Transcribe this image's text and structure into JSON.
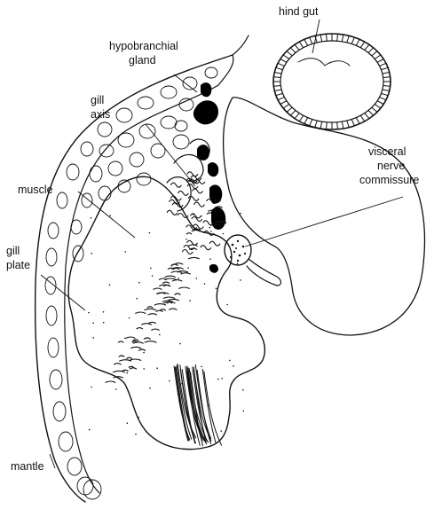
{
  "figure": {
    "labels": {
      "hind_gut": "hind gut",
      "hypobranchial_line1": "hypobranchial",
      "hypobranchial_line2": "gland",
      "gill_axis_line1": "gill",
      "gill_axis_line2": "axis",
      "visceral_line1": "visceral",
      "visceral_line2": "nerve",
      "visceral_line3": "commissure",
      "muscle": "muscle",
      "gill_plate_line1": "gill",
      "gill_plate_line2": "plate",
      "mantle": "mantle"
    },
    "colors": {
      "ink": "#111111",
      "paper": "#ffffff",
      "gland": "#000000"
    }
  }
}
